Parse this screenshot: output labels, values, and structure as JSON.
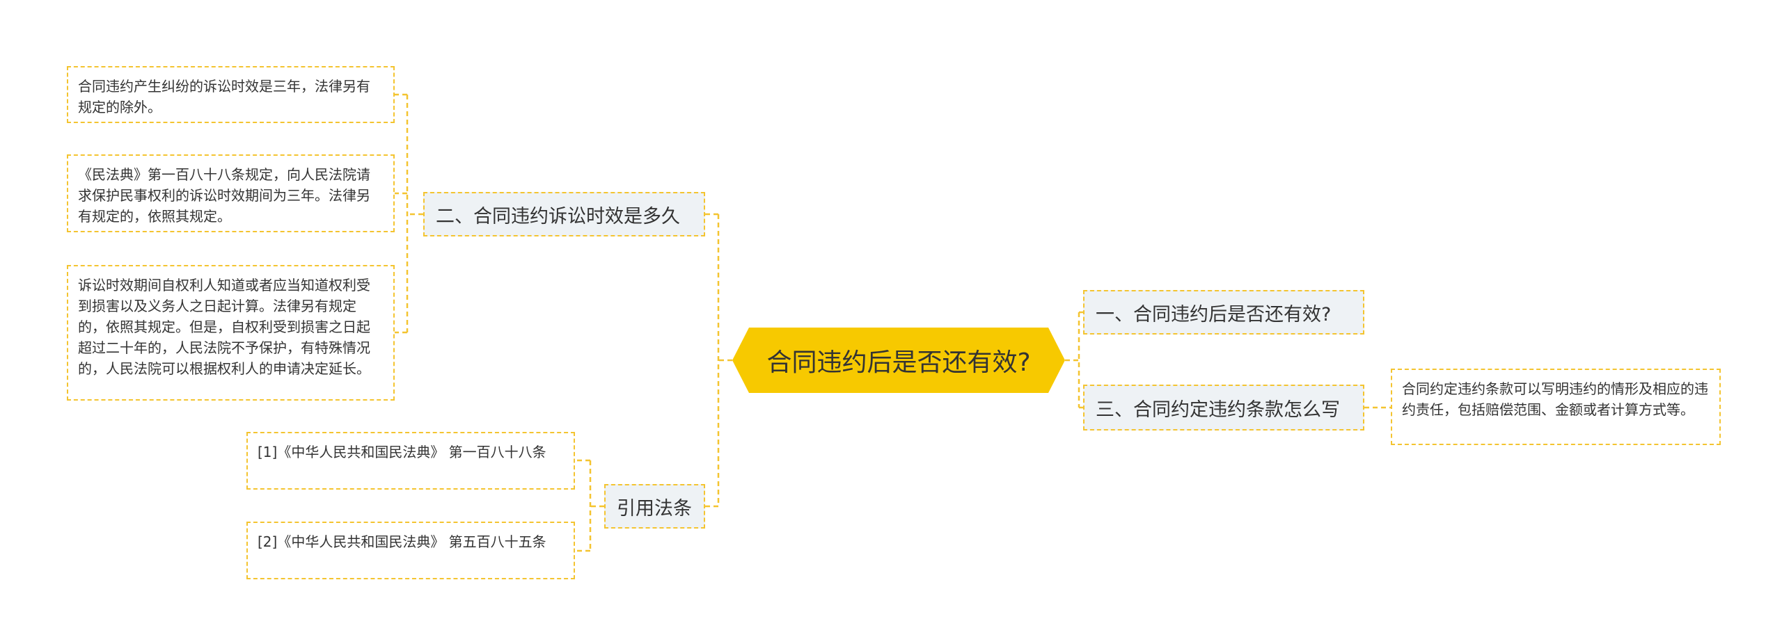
{
  "root": {
    "label": "合同违约后是否还有效?"
  },
  "branches": {
    "b1": {
      "label": "一、合同违约后是否还有效?"
    },
    "b2": {
      "label": "二、合同违约诉讼时效是多久"
    },
    "b3": {
      "label": "三、合同约定违约条款怎么写"
    },
    "b4": {
      "label": "引用法条"
    }
  },
  "leaves": {
    "l1": {
      "text": "合同违约产生纠纷的诉讼时效是三年，法律另有规定的除外。"
    },
    "l2": {
      "text": "《民法典》第一百八十八条规定，向人民法院请求保护民事权利的诉讼时效期间为三年。法律另有规定的，依照其规定。"
    },
    "l3": {
      "text": "诉讼时效期间自权利人知道或者应当知道权利受到损害以及义务人之日起计算。法律另有规定的，依照其规定。但是，自权利受到损害之日起超过二十年的，人民法院不予保护，有特殊情况的，人民法院可以根据权利人的申请决定延长。"
    },
    "l4": {
      "text": "合同约定违约条款可以写明违约的情形及相应的违约责任，包括赔偿范围、金额或者计算方式等。"
    },
    "l5": {
      "text": "[1]《中华人民共和国民法典》 第一百八十八条"
    },
    "l6": {
      "text": "[2]《中华人民共和国民法典》 第五百八十五条"
    }
  },
  "colors": {
    "root": "#f7c900",
    "connector": "#f4c430",
    "branch_bg": "#eef2f5"
  }
}
